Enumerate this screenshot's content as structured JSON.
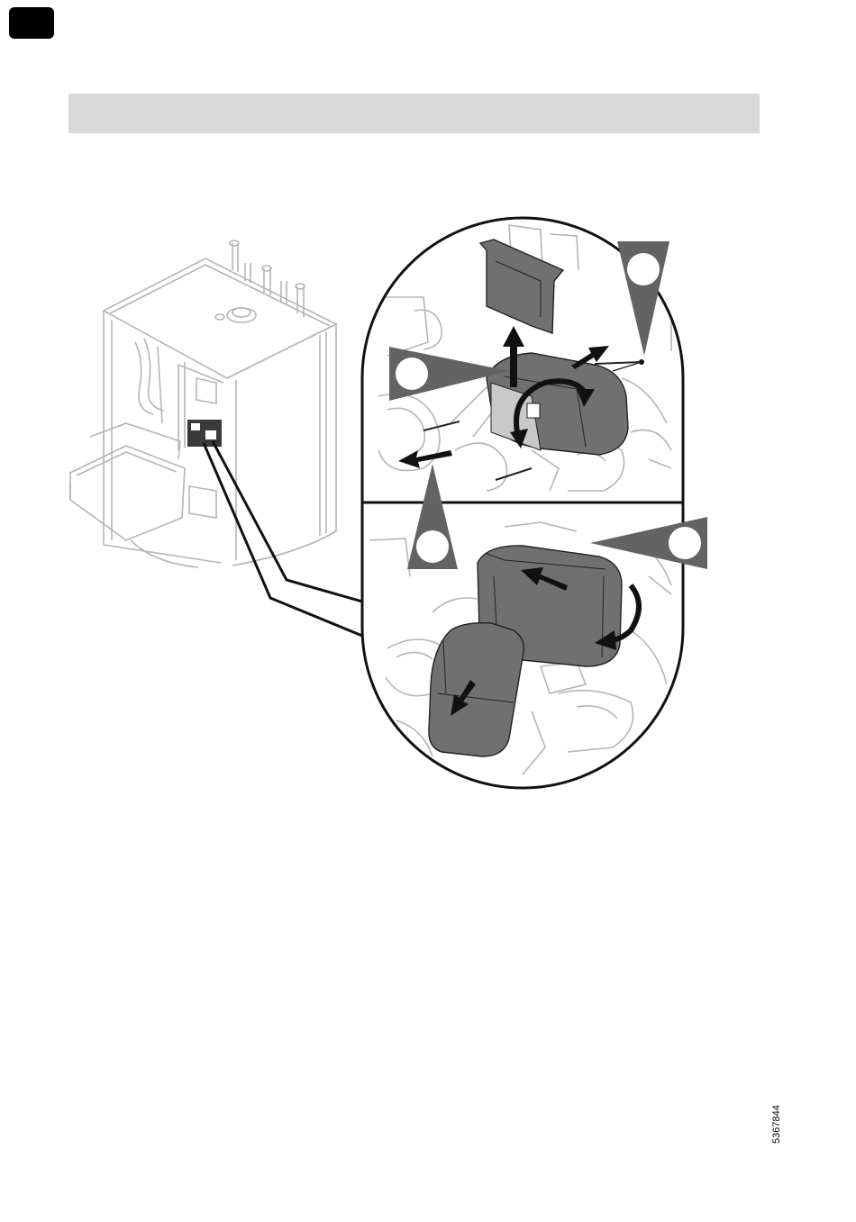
{
  "page": {
    "doc_number": "5367844",
    "colors": {
      "tab": "#000000",
      "header_bar": "#d9d9d9",
      "callout_fill": "#636363",
      "component_fill": "#707070",
      "line_art": "#b5b5b5"
    }
  },
  "illustration": {
    "overview": "boiler-cabinet",
    "detail_top": "pump-motor-removal",
    "detail_bottom": "pump-motor-rotate-and-pull",
    "icons": [
      "up-arrow",
      "right-arrow",
      "rotate-arrow",
      "left-arrow",
      "curved-down-arrow"
    ]
  }
}
